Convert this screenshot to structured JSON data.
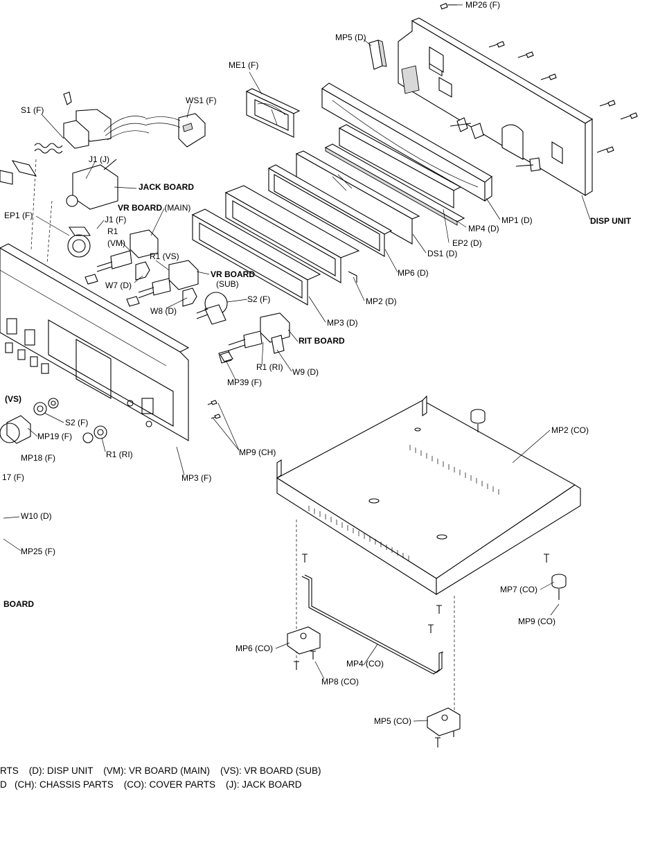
{
  "labels": {
    "mp26_f": "MP26 (F)",
    "mp5_d": "MP5 (D)",
    "me1_f": "ME1 (F)",
    "s1_f": "S1 (F)",
    "ws1_f": "WS1 (F)",
    "j1_j": "J1 (J)",
    "jack_board": "JACK BOARD",
    "ep1_f": "EP1 (F)",
    "vr_board_main": "VR BOARD",
    "vr_board_main_suffix": "(MAIN)",
    "j1_f": "J1 (F)",
    "r1_vm": "R1",
    "r1_vm_b": "(VM)",
    "r1_vs": "R1 (VS)",
    "vr_board_sub": "VR BOARD",
    "vr_board_sub_b": "(SUB)",
    "w7_d": "W7 (D)",
    "w8_d": "W8 (D)",
    "s2_f_top": "S2 (F)",
    "rit_board": "RIT BOARD",
    "r1_ri_top": "R1 (RI)",
    "w9_d": "W9 (D)",
    "mp39_f": "MP39 (F)",
    "vs_frag": "(VS)",
    "s2_f_low": "S2 (F)",
    "mp19_f": "MP19 (F)",
    "mp18_f": "MP18 (F)",
    "r1_ri_low": "R1 (RI)",
    "mp9_ch": "MP9 (CH)",
    "mp3_f": "MP3 (F)",
    "p17_f": "17 (F)",
    "w10_d": "W10 (D)",
    "mp25_f": "MP25 (F)",
    "board_frag": "BOARD",
    "mp1_d": "MP1 (D)",
    "disp_unit": "DISP UNIT",
    "mp4_d": "MP4 (D)",
    "ep2_d": "EP2 (D)",
    "ds1_d": "DS1 (D)",
    "mp6_d": "MP6 (D)",
    "mp2_d": "MP2 (D)",
    "mp3_d": "MP3 (D)",
    "mp2_co": "MP2 (CO)",
    "mp7_co": "MP7 (CO)",
    "mp9_co": "MP9 (CO)",
    "mp6_co": "MP6 (CO)",
    "mp4_co": "MP4 (CO)",
    "mp8_co": "MP8 (CO)",
    "mp5_co": "MP5 (CO)"
  },
  "legend": {
    "line1": "RTS    (D): DISP UNIT    (VM): VR BOARD (MAIN)    (VS): VR BOARD (SUB)",
    "line2": "D   (CH): CHASSIS PARTS    (CO): COVER PARTS    (J): JACK BOARD"
  },
  "colors": {
    "ink": "#000000",
    "paper": "#ffffff"
  }
}
